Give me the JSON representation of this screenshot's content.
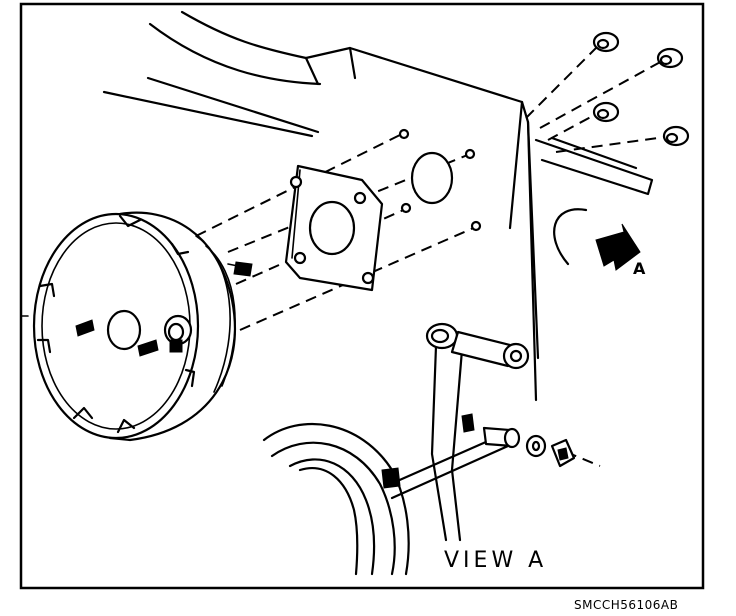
{
  "figure": {
    "view_label": "VIEW A",
    "arrow_label": "A",
    "figure_code": "SMCCH56106AB"
  }
}
